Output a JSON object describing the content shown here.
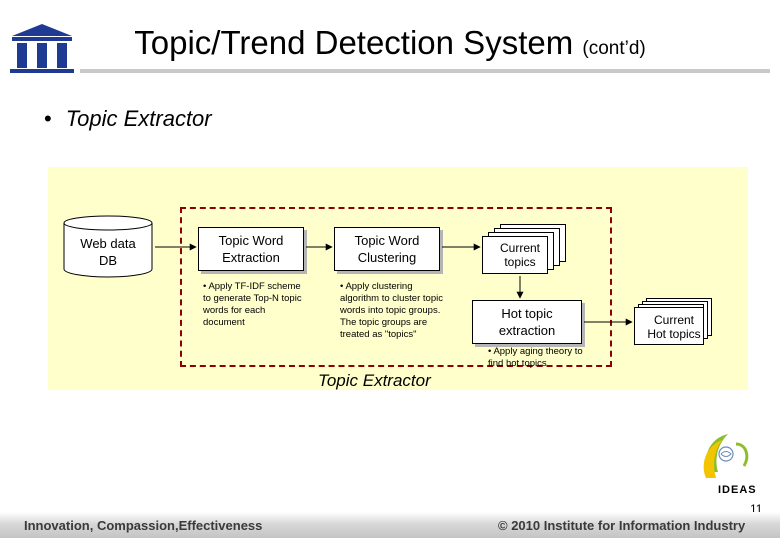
{
  "slide": {
    "title": "Topic/Trend Detection System",
    "title_suffix": "(cont’d)",
    "bullet": "Topic Extractor",
    "page_number": "11"
  },
  "diagram": {
    "web_db": {
      "line1": "Web data",
      "line2": "DB"
    },
    "extraction": {
      "line1": "Topic Word",
      "line2": "Extraction",
      "note": [
        "• Apply TF-IDF scheme",
        "to generate Top-N topic",
        "words for each",
        "document"
      ]
    },
    "clustering": {
      "line1": "Topic Word",
      "line2": "Clustering",
      "note": [
        "• Apply clustering",
        "algorithm to cluster topic",
        "words into topic groups.",
        "The topic groups are",
        "treated as \"topics\""
      ]
    },
    "current_topics": {
      "line1": "Current",
      "line2": "topics"
    },
    "hot_extraction": {
      "line1": "Hot topic",
      "line2": "extraction",
      "note": [
        "• Apply aging theory to",
        "find hot topics"
      ]
    },
    "current_hot": {
      "line1": "Current",
      "line2": "Hot topics"
    },
    "group_label": "Topic Extractor"
  },
  "footer": {
    "left": "Innovation, Compassion,Effectiveness",
    "right": "© 2010 Institute for Information Industry",
    "logo_text": "IDEAS"
  },
  "colors": {
    "panel": "#ffffcc",
    "dashed_border": "#8b0000",
    "logo_blue": "#1f3a93",
    "ideas_yellow": "#f2c500",
    "ideas_green": "#8bbf2a"
  }
}
